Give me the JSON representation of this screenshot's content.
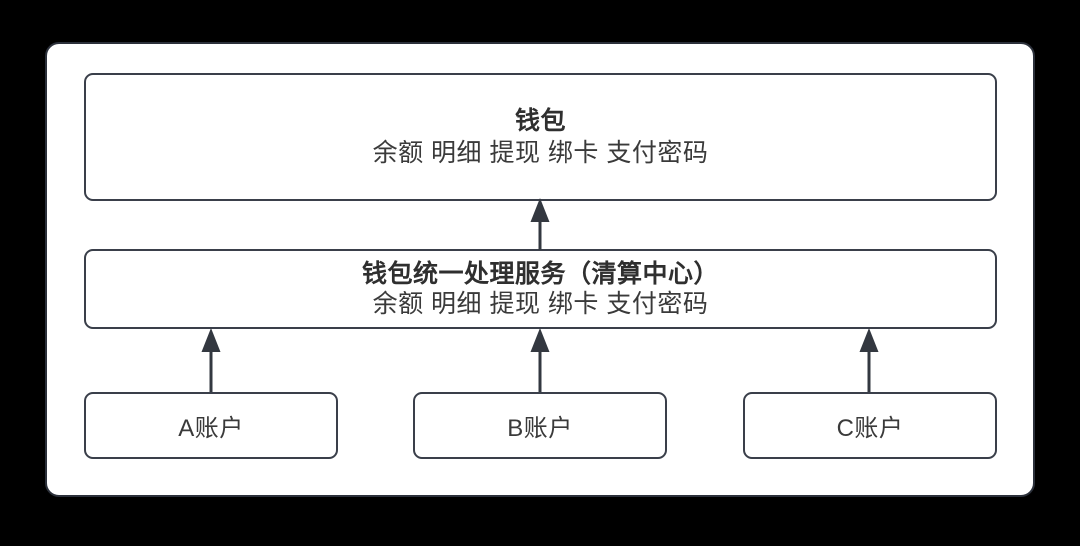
{
  "diagram": {
    "background_color": "#000000",
    "canvas_color": "#ffffff",
    "border_color": "#2b303a",
    "text_color": "#333333",
    "arrow_color": "#333840",
    "nodes": {
      "wallet": {
        "title": "钱包",
        "subtitle": "余额 明细 提现 绑卡 支付密码"
      },
      "clearing": {
        "title": "钱包统一处理服务（清算中心）",
        "subtitle": "余额 明细 提现 绑卡 支付密码"
      },
      "account_a": {
        "label": "A账户"
      },
      "account_b": {
        "label": "B账户"
      },
      "account_c": {
        "label": "C账户"
      }
    },
    "arrows": [
      {
        "name": "clearing-to-wallet",
        "from": "clearing",
        "to": "wallet",
        "direction": "up"
      },
      {
        "name": "account-a-to-clearing",
        "from": "account_a",
        "to": "clearing",
        "direction": "up"
      },
      {
        "name": "account-b-to-clearing",
        "from": "account_b",
        "to": "clearing",
        "direction": "up"
      },
      {
        "name": "account-c-to-clearing",
        "from": "account_c",
        "to": "clearing",
        "direction": "up"
      }
    ]
  }
}
